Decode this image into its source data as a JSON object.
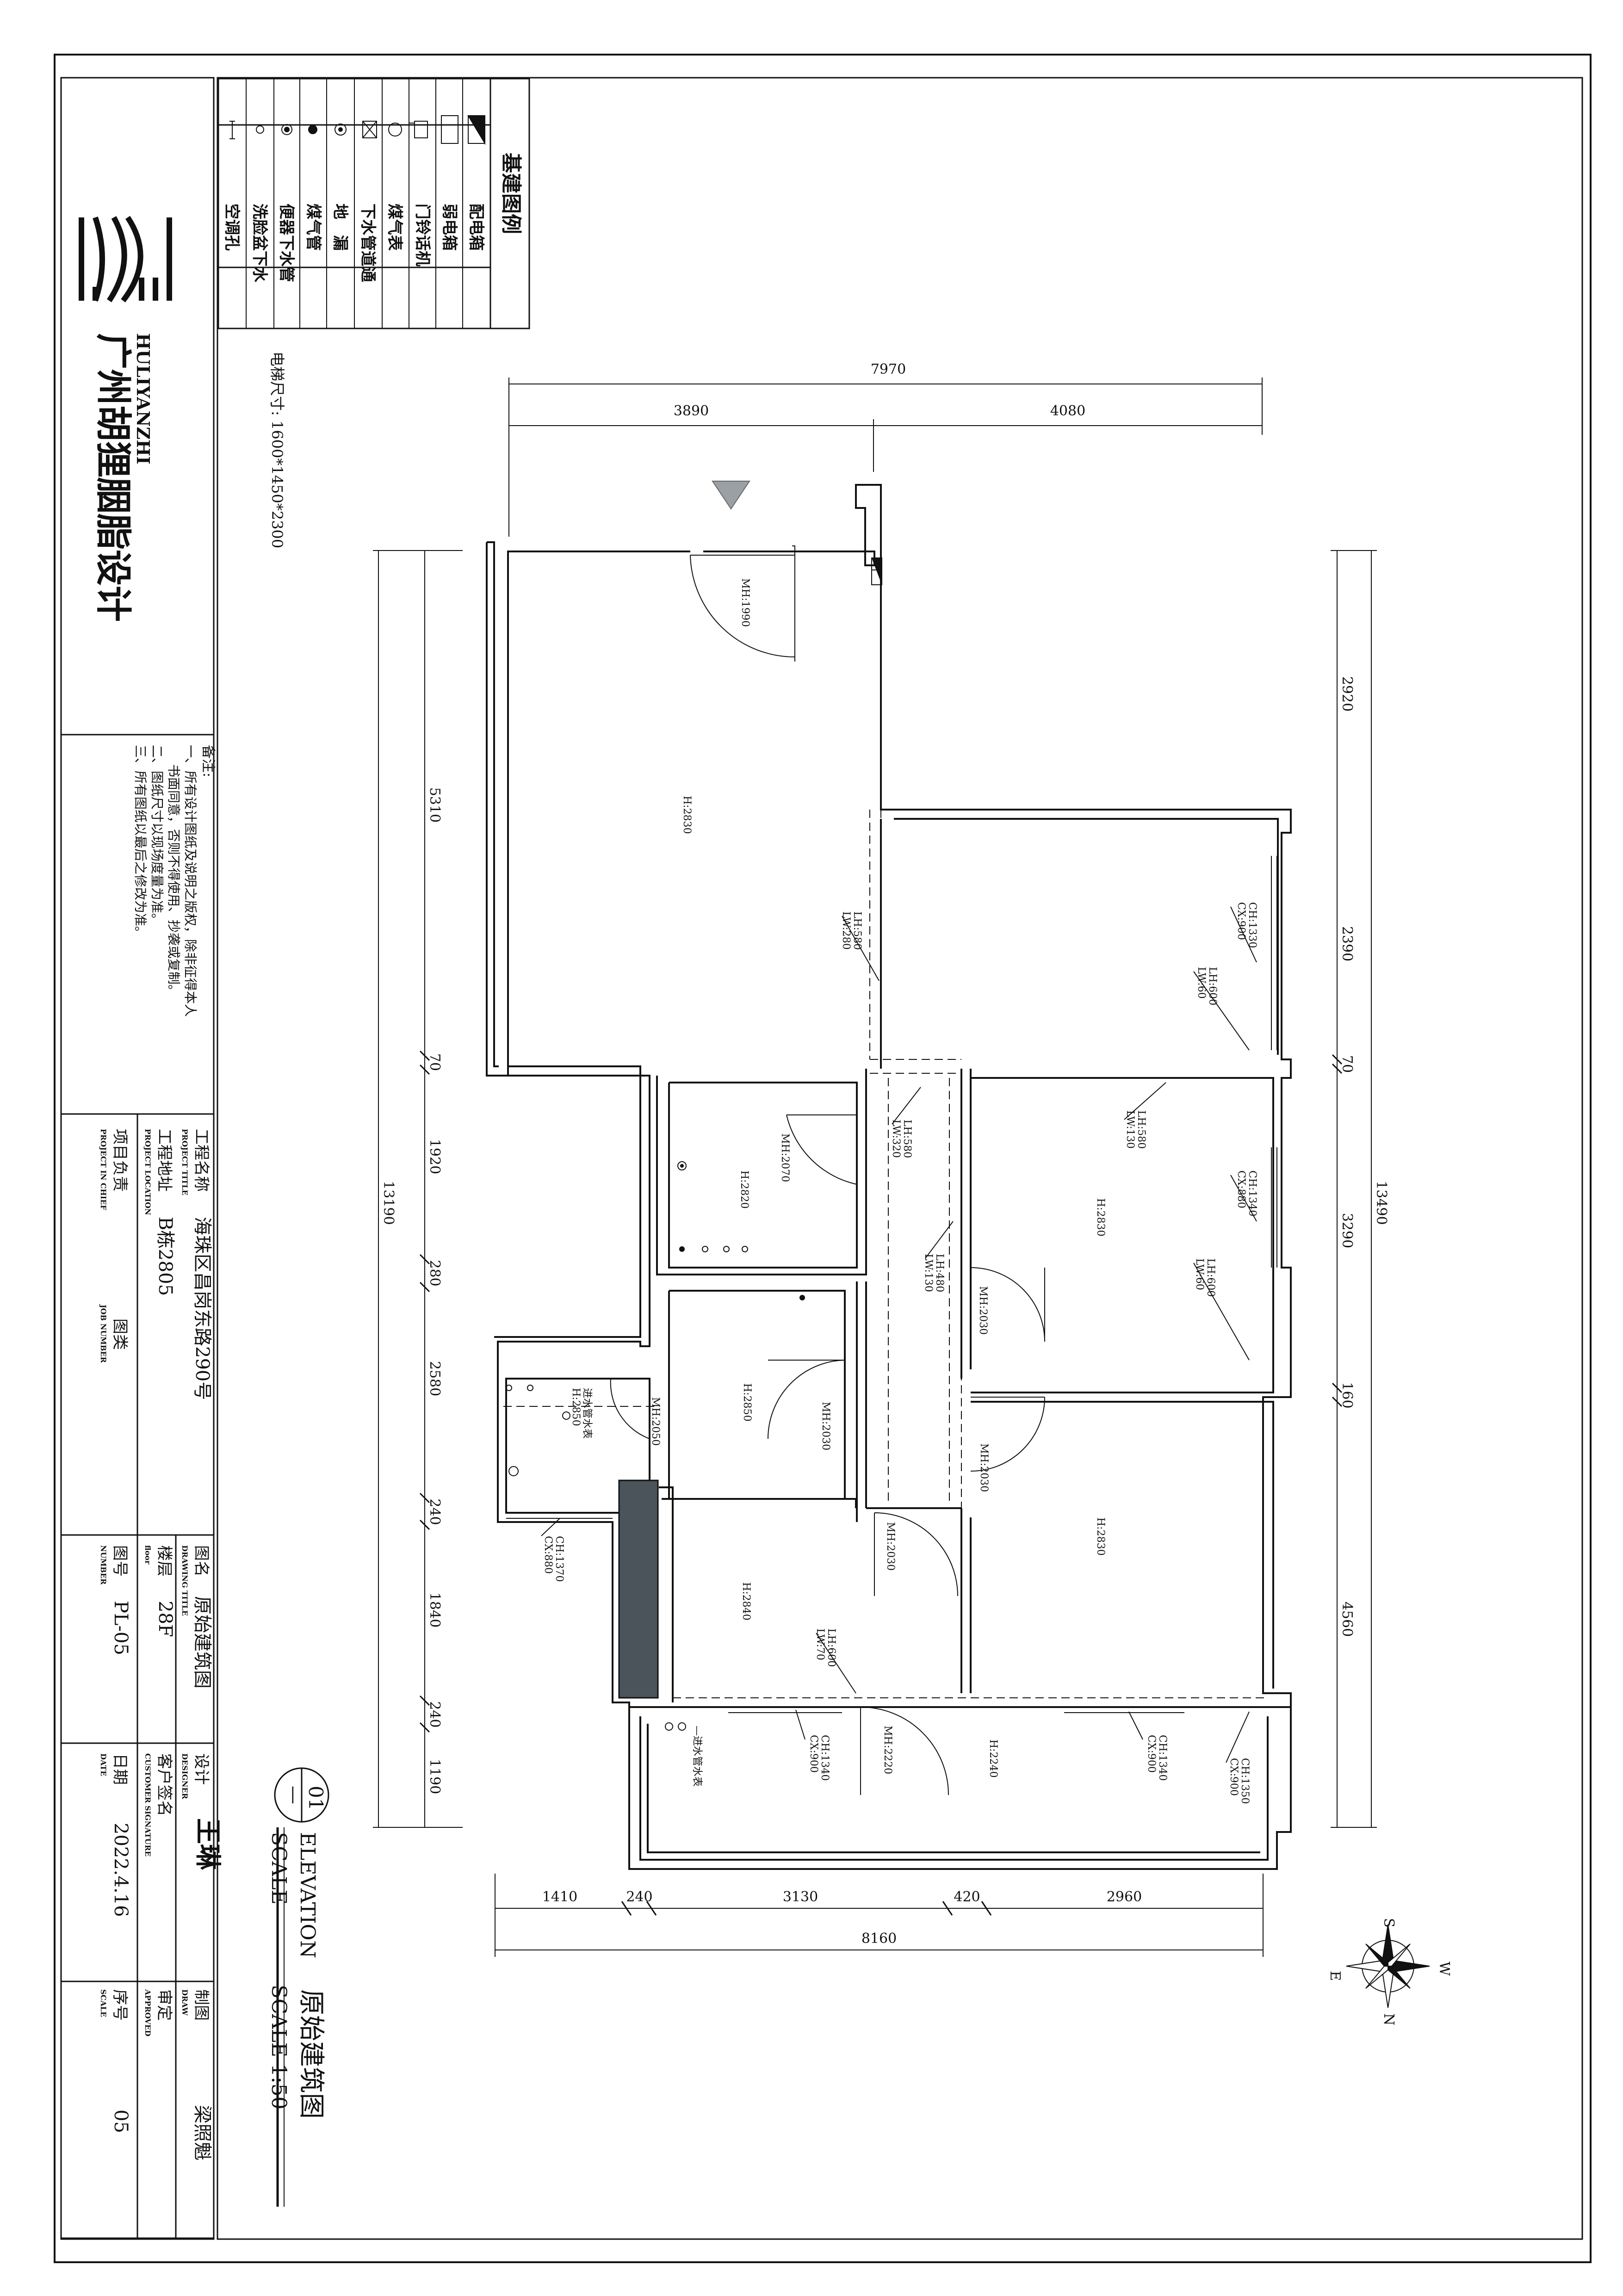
{
  "title_block": {
    "company_cn": "广州胡狸胭脂设计",
    "company_en": "HULIYANZHI",
    "notes": {
      "heading": "备注:",
      "lines": [
        "一、所有设计图纸及说明之版权，除非征得本人",
        "书面同意，否则不得使用、抄袭或复制。",
        "二、图纸尺寸以现场度量为准。",
        "三、所有图纸以最后之修改为准。"
      ]
    },
    "fields": [
      {
        "label": "工程名称",
        "label_en": "PROJECT TITLE",
        "value": "海珠区昌岗东路290号"
      },
      {
        "label": "工程地址",
        "label_en": "PROJECT LOCATION",
        "value": "B栋2805"
      },
      {
        "label": "项目负责",
        "label_en": "PROJECT IN CHIEF",
        "value": ""
      },
      {
        "label": "图类",
        "label_en": "JOB NUMBER",
        "value": ""
      },
      {
        "label": "图名",
        "label_en": "DRAWING TITLE",
        "value": "原始建筑图"
      },
      {
        "label": "楼层",
        "label_en": "floor",
        "value": "28F"
      },
      {
        "label": "图号",
        "label_en": "NUMBER",
        "value": "PL-05"
      },
      {
        "label": "设计",
        "label_en": "DESIGNER",
        "value": "王琳"
      },
      {
        "label": "客户签名",
        "label_en": "CUSTOMER SIGNATURE",
        "value": ""
      },
      {
        "label": "日期",
        "label_en": "DATE",
        "value": "2022.4.16"
      },
      {
        "label": "制图",
        "label_en": "DRAW",
        "value": "梁照魁"
      },
      {
        "label": "审定",
        "label_en": "APPROVED",
        "value": ""
      },
      {
        "label": "序号",
        "label_en": "SCALE",
        "value": "05"
      }
    ]
  },
  "elevation_label": {
    "number": "01",
    "dash": "—",
    "word": "ELEVATION",
    "title": "原始建筑图",
    "scale_word": "SCALE",
    "scale": "SCALE 1:50"
  },
  "legend": {
    "title": "基建图例",
    "items": [
      {
        "label": "配电箱",
        "icon": "distribution-box-icon"
      },
      {
        "label": "弱电箱",
        "icon": "weak-current-box-icon"
      },
      {
        "label": "门铃话机",
        "icon": "doorbell-phone-icon"
      },
      {
        "label": "煤气表",
        "icon": "gas-meter-icon"
      },
      {
        "label": "下水管道通",
        "icon": "drain-pipe-icon"
      },
      {
        "label": "地　漏",
        "icon": "floor-drain-icon"
      },
      {
        "label": "煤气管",
        "icon": "gas-pipe-icon"
      },
      {
        "label": "便器下水管",
        "icon": "toilet-drain-icon"
      },
      {
        "label": "洗脸盆下水",
        "icon": "basin-drain-icon"
      },
      {
        "label": "空调孔",
        "icon": "ac-hole-icon"
      }
    ]
  },
  "elevator_note": "电梯尺寸: 1600*1450*2300",
  "dimensions": {
    "top_total": "7970",
    "top_left": "3890",
    "top_right": "4080",
    "left_total": "13190",
    "left": [
      "5310",
      "70",
      "1920",
      "280",
      "2580",
      "240",
      "1840",
      "240",
      "1190"
    ],
    "right_total": "13490",
    "right": [
      "2920",
      "2390",
      "70",
      "3290",
      "160",
      "4560"
    ],
    "bottom_total": "8160",
    "bottom": [
      "1410",
      "240",
      "3130",
      "420",
      "2960"
    ]
  },
  "annotations": {
    "room_heights": [
      "H:2830",
      "H:2820",
      "H:2850",
      "H:2850",
      "H:2840",
      "H:2830",
      "H:2830",
      "H:2240"
    ],
    "door_heights": [
      "MH:1990",
      "MH:2070",
      "MH:2050",
      "MH:2030",
      "MH:2030",
      "MH:2030",
      "MH:2030",
      "MH:2220"
    ],
    "window_ch": [
      "CH:1330",
      "CH:1340",
      "CH:1370",
      "CH:1340",
      "CH:1340",
      "CH:1350"
    ],
    "window_cx": [
      "CX:900",
      "CX:880",
      "CX:880",
      "CX:900",
      "CX:900",
      "CX:900"
    ],
    "beam_lh": [
      "LH:580",
      "LH:600",
      "LH:580",
      "LH:580",
      "LH:480",
      "LH:600",
      "LH:600"
    ],
    "beam_lw": [
      "LW:280",
      "LW:60",
      "LW:320",
      "LW:130",
      "LW:130",
      "LW:60",
      "LW:70"
    ],
    "water_meter": "进水管水表",
    "water_meter_2": "—进水管水表"
  },
  "compass": {
    "n": "N",
    "s": "S",
    "e": "E",
    "w": "W"
  },
  "colors": {
    "line": "#111111",
    "column_fill": "#4a545a",
    "arrow_fill": "#9aa0a4"
  }
}
